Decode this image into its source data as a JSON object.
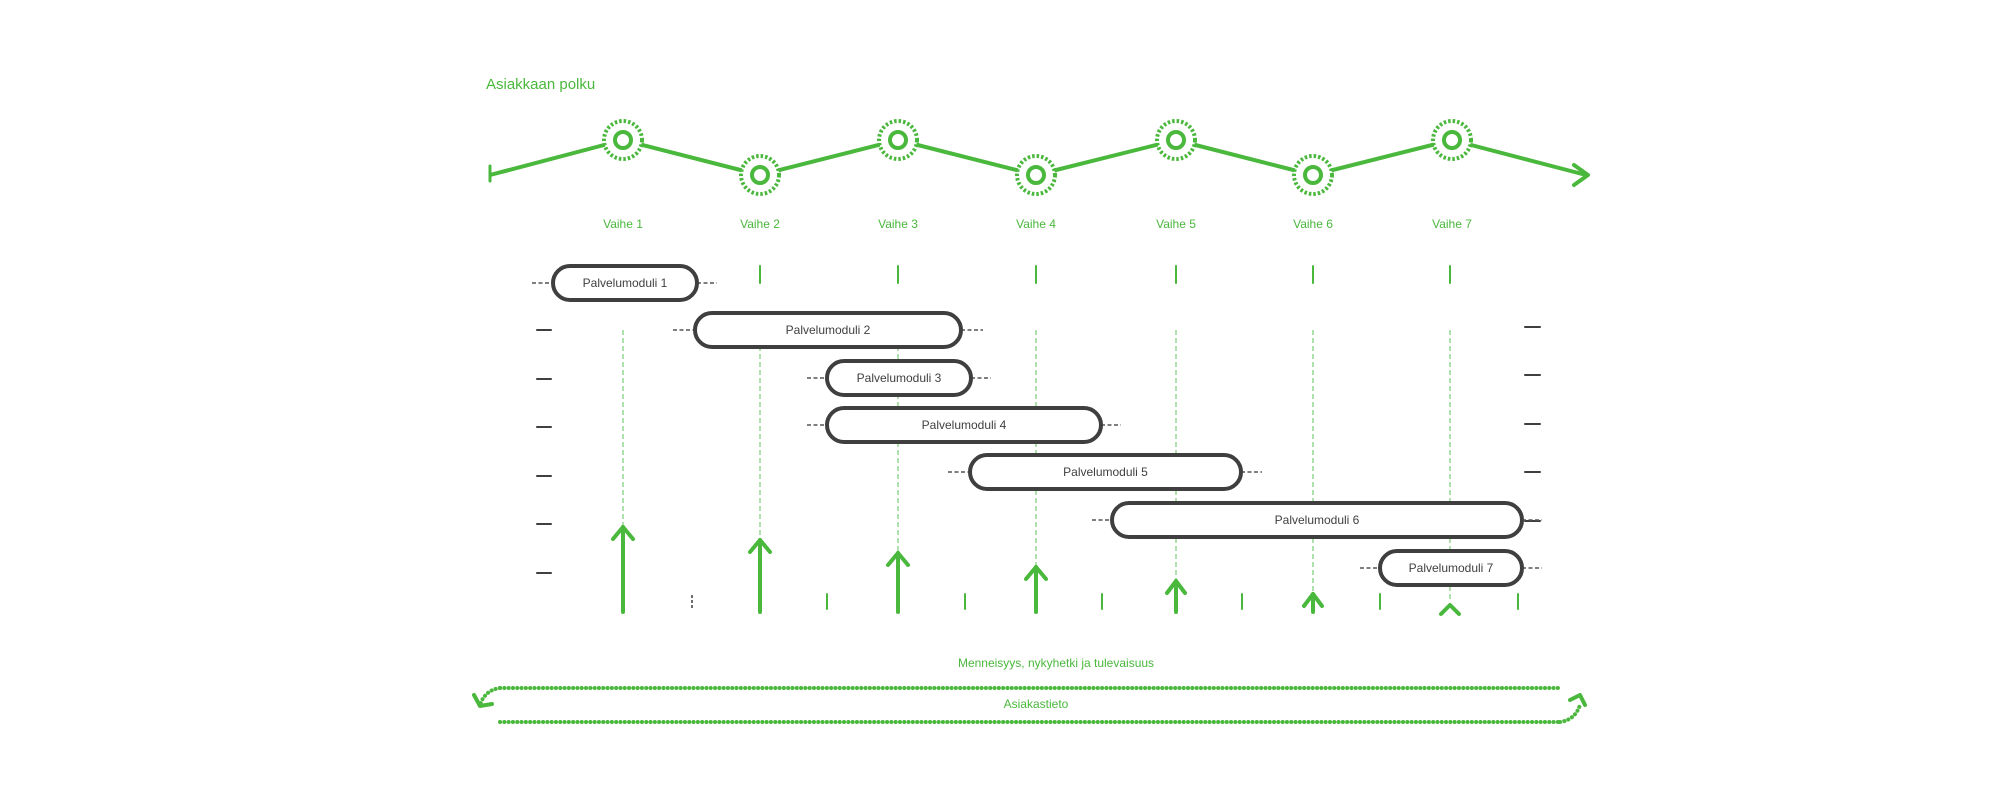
{
  "title": "Asiakkaan polku",
  "colors": {
    "green": "#4ab83c",
    "lightGreen": "#8fd48a",
    "dark": "#3f3f3f",
    "grey": "#555555"
  },
  "phases": [
    {
      "label": "Vaihe 1",
      "position": "high"
    },
    {
      "label": "Vaihe 2",
      "position": "low"
    },
    {
      "label": "Vaihe 3",
      "position": "high"
    },
    {
      "label": "Vaihe 4",
      "position": "low"
    },
    {
      "label": "Vaihe 5",
      "position": "high"
    },
    {
      "label": "Vaihe 6",
      "position": "low"
    },
    {
      "label": "Vaihe 7",
      "position": "high"
    }
  ],
  "modules": [
    {
      "label": "Palvelumoduli 1"
    },
    {
      "label": "Palvelumoduli 2"
    },
    {
      "label": "Palvelumoduli 3"
    },
    {
      "label": "Palvelumoduli 4"
    },
    {
      "label": "Palvelumoduli 5"
    },
    {
      "label": "Palvelumoduli 6"
    },
    {
      "label": "Palvelumoduli 7"
    }
  ],
  "timeline": {
    "top_label": "Menneisyys, nykyhetki ja tulevaisuus",
    "bottom_label": "Asiakastieto"
  }
}
